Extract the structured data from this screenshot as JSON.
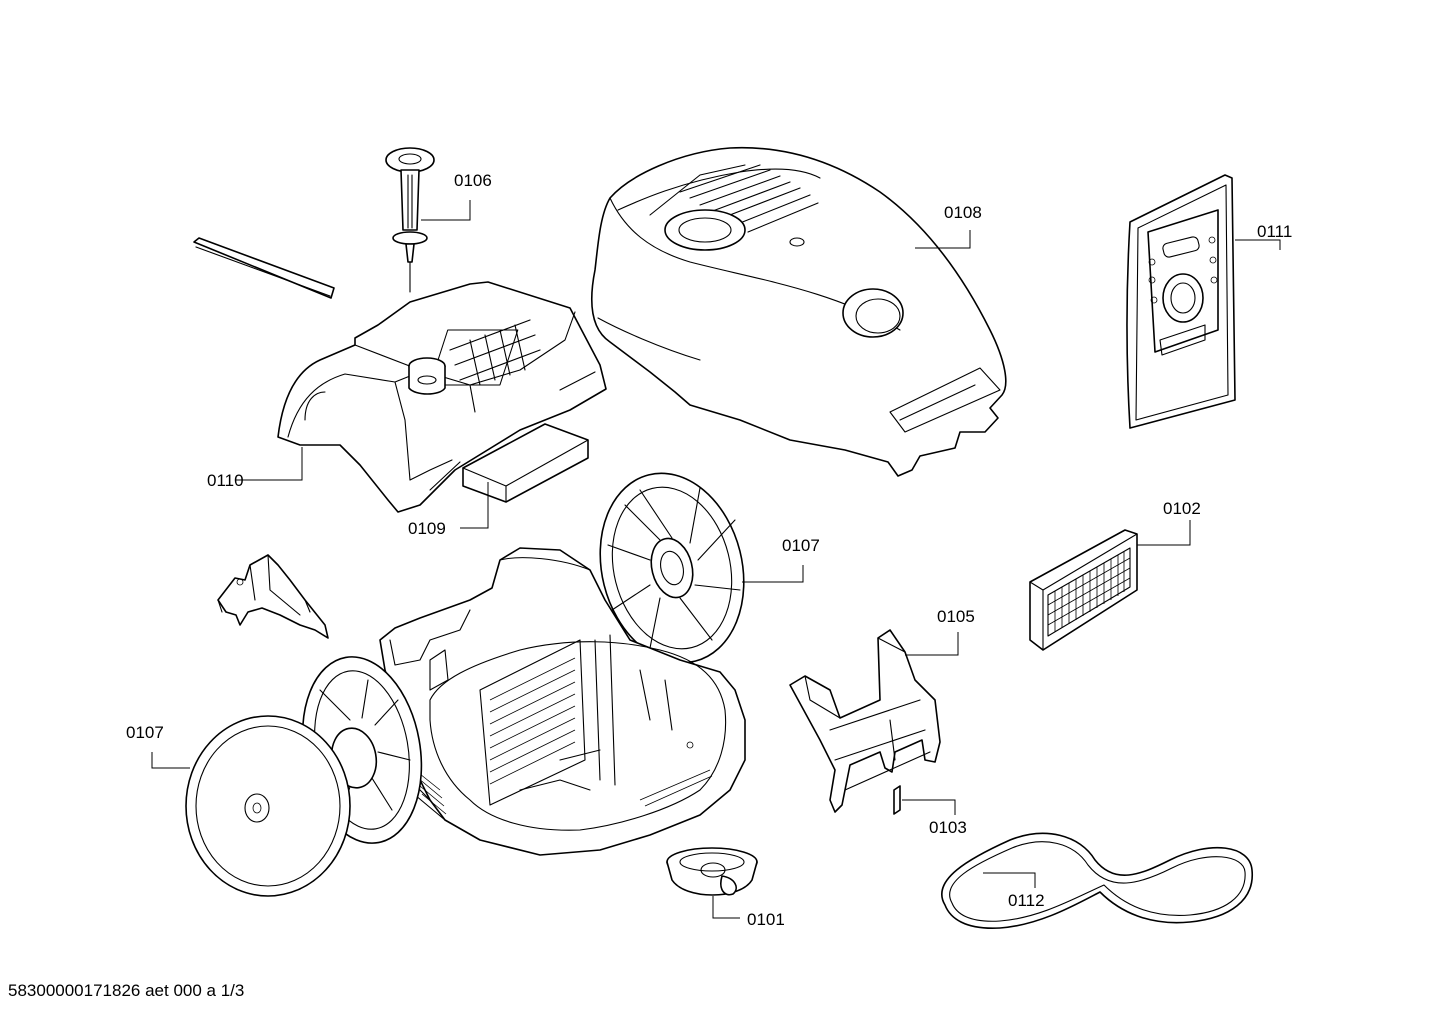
{
  "labels": {
    "p0101": "0101",
    "p0102": "0102",
    "p0103": "0103",
    "p0105": "0105",
    "p0106": "0106",
    "p0107_right": "0107",
    "p0107_left": "0107",
    "p0108": "0108",
    "p0109": "0109",
    "p0110": "0110",
    "p0111": "0111",
    "p0112": "0112"
  },
  "footer": "58300000171826 aet 000 a 1/3",
  "colors": {
    "line": "#000000",
    "background": "#ffffff"
  }
}
